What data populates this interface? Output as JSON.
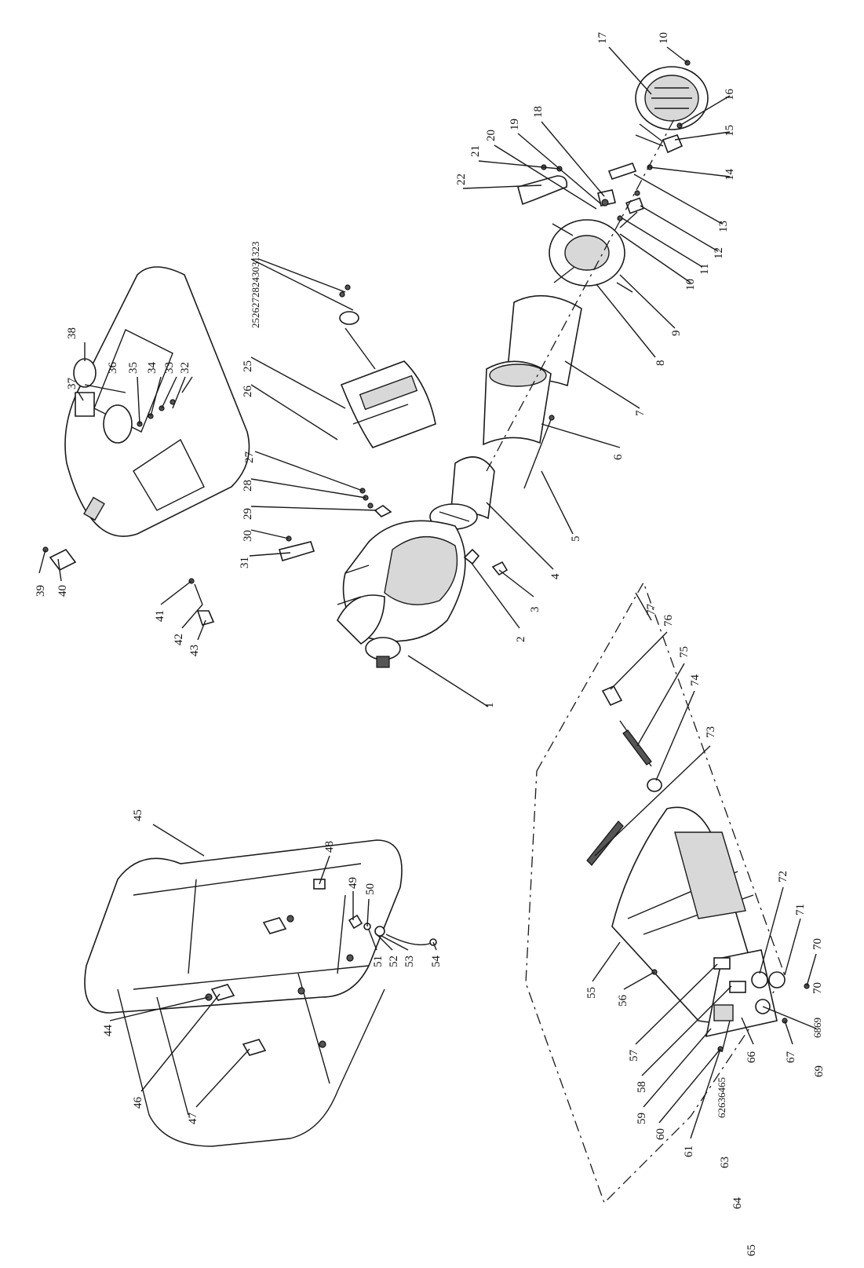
{
  "callouts": [
    {
      "id": "c1",
      "text": "1"
    },
    {
      "id": "c2",
      "text": "2"
    },
    {
      "id": "c3",
      "text": "3"
    },
    {
      "id": "c4",
      "text": "4"
    },
    {
      "id": "c5",
      "text": "5"
    },
    {
      "id": "c6",
      "text": "6"
    },
    {
      "id": "c7",
      "text": "7"
    },
    {
      "id": "c8",
      "text": "8"
    },
    {
      "id": "c9",
      "text": "9"
    },
    {
      "id": "c10a",
      "text": "10"
    },
    {
      "id": "c11",
      "text": "11"
    },
    {
      "id": "c12",
      "text": "12"
    },
    {
      "id": "c13",
      "text": "13"
    },
    {
      "id": "c14",
      "text": "14"
    },
    {
      "id": "c15",
      "text": "15"
    },
    {
      "id": "c16",
      "text": "16"
    },
    {
      "id": "c17",
      "text": "17"
    },
    {
      "id": "c10b",
      "text": "10"
    },
    {
      "id": "c18",
      "text": "18"
    },
    {
      "id": "c19",
      "text": "19"
    },
    {
      "id": "c20",
      "text": "20"
    },
    {
      "id": "c21",
      "text": "21"
    },
    {
      "id": "c22",
      "text": "22"
    },
    {
      "id": "c23group",
      "text": "25262728243031323"
    },
    {
      "id": "c25",
      "text": "25"
    },
    {
      "id": "c26",
      "text": "26"
    },
    {
      "id": "c27",
      "text": "27"
    },
    {
      "id": "c28",
      "text": "28"
    },
    {
      "id": "c29",
      "text": "29"
    },
    {
      "id": "c30",
      "text": "30"
    },
    {
      "id": "c31",
      "text": "31"
    },
    {
      "id": "c32",
      "text": "32"
    },
    {
      "id": "c33",
      "text": "33"
    },
    {
      "id": "c34",
      "text": "34"
    },
    {
      "id": "c35",
      "text": "35"
    },
    {
      "id": "c36",
      "text": "36"
    },
    {
      "id": "c37",
      "text": "37"
    },
    {
      "id": "c38",
      "text": "38"
    },
    {
      "id": "c39",
      "text": "39"
    },
    {
      "id": "c40",
      "text": "40"
    },
    {
      "id": "c41",
      "text": "41"
    },
    {
      "id": "c42",
      "text": "42"
    },
    {
      "id": "c43",
      "text": "43"
    },
    {
      "id": "c44",
      "text": "44"
    },
    {
      "id": "c45",
      "text": "45"
    },
    {
      "id": "c46",
      "text": "46"
    },
    {
      "id": "c47",
      "text": "47"
    },
    {
      "id": "c48",
      "text": "48"
    },
    {
      "id": "c49",
      "text": "49"
    },
    {
      "id": "c50",
      "text": "50"
    },
    {
      "id": "c51",
      "text": "51"
    },
    {
      "id": "c52",
      "text": "52"
    },
    {
      "id": "c53",
      "text": "53"
    },
    {
      "id": "c54",
      "text": "54"
    },
    {
      "id": "c55",
      "text": "55"
    },
    {
      "id": "c56",
      "text": "56"
    },
    {
      "id": "c57",
      "text": "57"
    },
    {
      "id": "c58",
      "text": "58"
    },
    {
      "id": "c59",
      "text": "59"
    },
    {
      "id": "c60",
      "text": "60"
    },
    {
      "id": "c61",
      "text": "61"
    },
    {
      "id": "c6265",
      "text": "62636465"
    },
    {
      "id": "c63",
      "text": "63"
    },
    {
      "id": "c64",
      "text": "64"
    },
    {
      "id": "c65",
      "text": "65"
    },
    {
      "id": "c66",
      "text": "66"
    },
    {
      "id": "c67",
      "text": "67"
    },
    {
      "id": "c6869",
      "text": "6869"
    },
    {
      "id": "c69",
      "text": "69"
    },
    {
      "id": "c70a",
      "text": "70"
    },
    {
      "id": "c70b",
      "text": "70"
    },
    {
      "id": "c71",
      "text": "71"
    },
    {
      "id": "c72",
      "text": "72"
    },
    {
      "id": "c73",
      "text": "73"
    },
    {
      "id": "c74",
      "text": "74"
    },
    {
      "id": "c75",
      "text": "75"
    },
    {
      "id": "c76",
      "text": "76"
    },
    {
      "id": "c77",
      "text": "77"
    }
  ]
}
